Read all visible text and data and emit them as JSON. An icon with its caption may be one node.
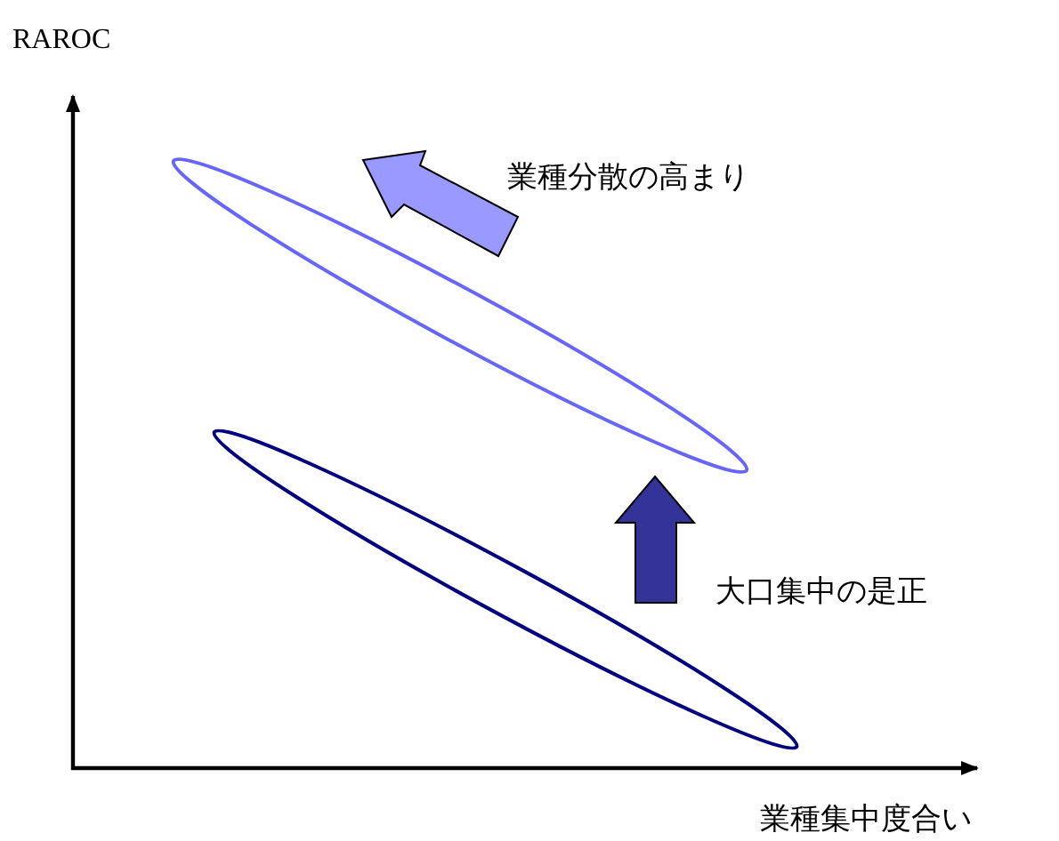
{
  "diagram": {
    "labels": [
      "RAROC",
      "業種分散の高まり",
      "大口集中の是正",
      "業種集中度合い"
    ]
  }
}
